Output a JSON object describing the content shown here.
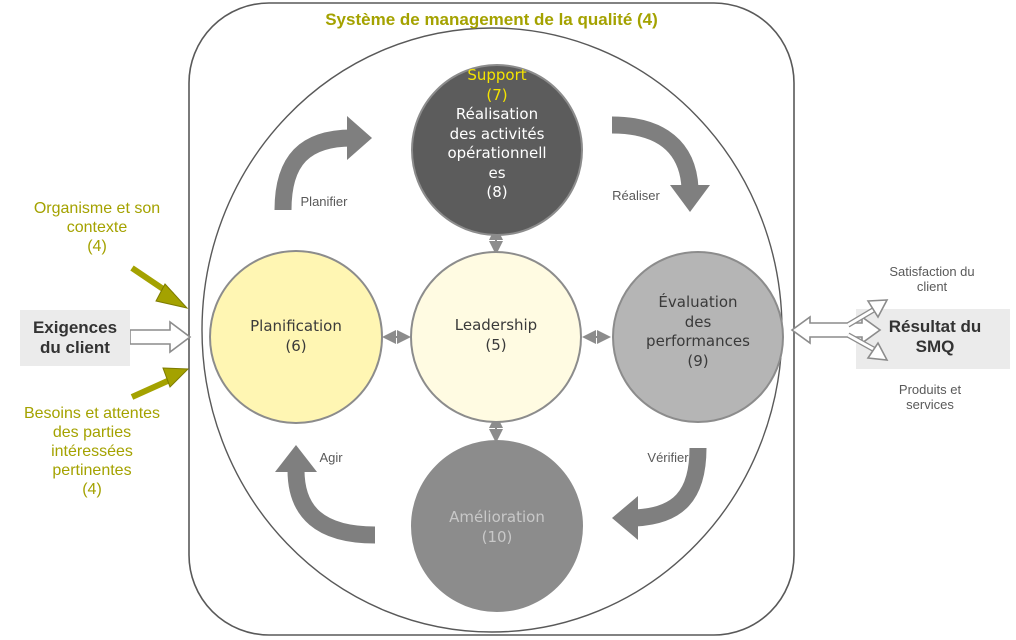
{
  "title": "Système de management de la qualité (4)",
  "inputs": {
    "context": [
      "Organisme et son",
      "contexte",
      "(4)"
    ],
    "requirements": [
      "Exigences",
      "du client"
    ],
    "parties": [
      "Besoins et attentes",
      "des parties",
      "intéressées",
      "pertinentes",
      "(4)"
    ]
  },
  "outputs": {
    "satisfaction": [
      "Satisfaction du",
      "client"
    ],
    "result": [
      "Résultat du",
      "SMQ"
    ],
    "products": [
      "Produits et",
      "services"
    ]
  },
  "cycle": {
    "plan": "Planifier",
    "do": "Réaliser",
    "check": "Vérifier",
    "act": "Agir"
  },
  "nodes": {
    "support": "Support",
    "support_num": "(7)",
    "operation": [
      "Réalisation",
      "des activités",
      "opérationnell",
      "es",
      "(8)"
    ],
    "planning": [
      "Planification",
      "(6)"
    ],
    "leadership": [
      "Leadership",
      "(5)"
    ],
    "evaluation": [
      "Évaluation",
      "des",
      "performances",
      "(9)"
    ],
    "improvement": [
      "Amélioration",
      "(10)"
    ]
  },
  "colors": {
    "accent": "#a4a200",
    "support": "#f5e400",
    "top_circle": "#5c5c5c",
    "planning": "#fff6b3",
    "leadership": "#fffbe2",
    "evaluation": "#b5b5b5",
    "improvement": "#8c8c8c",
    "arrow": "#7f7f7f"
  }
}
